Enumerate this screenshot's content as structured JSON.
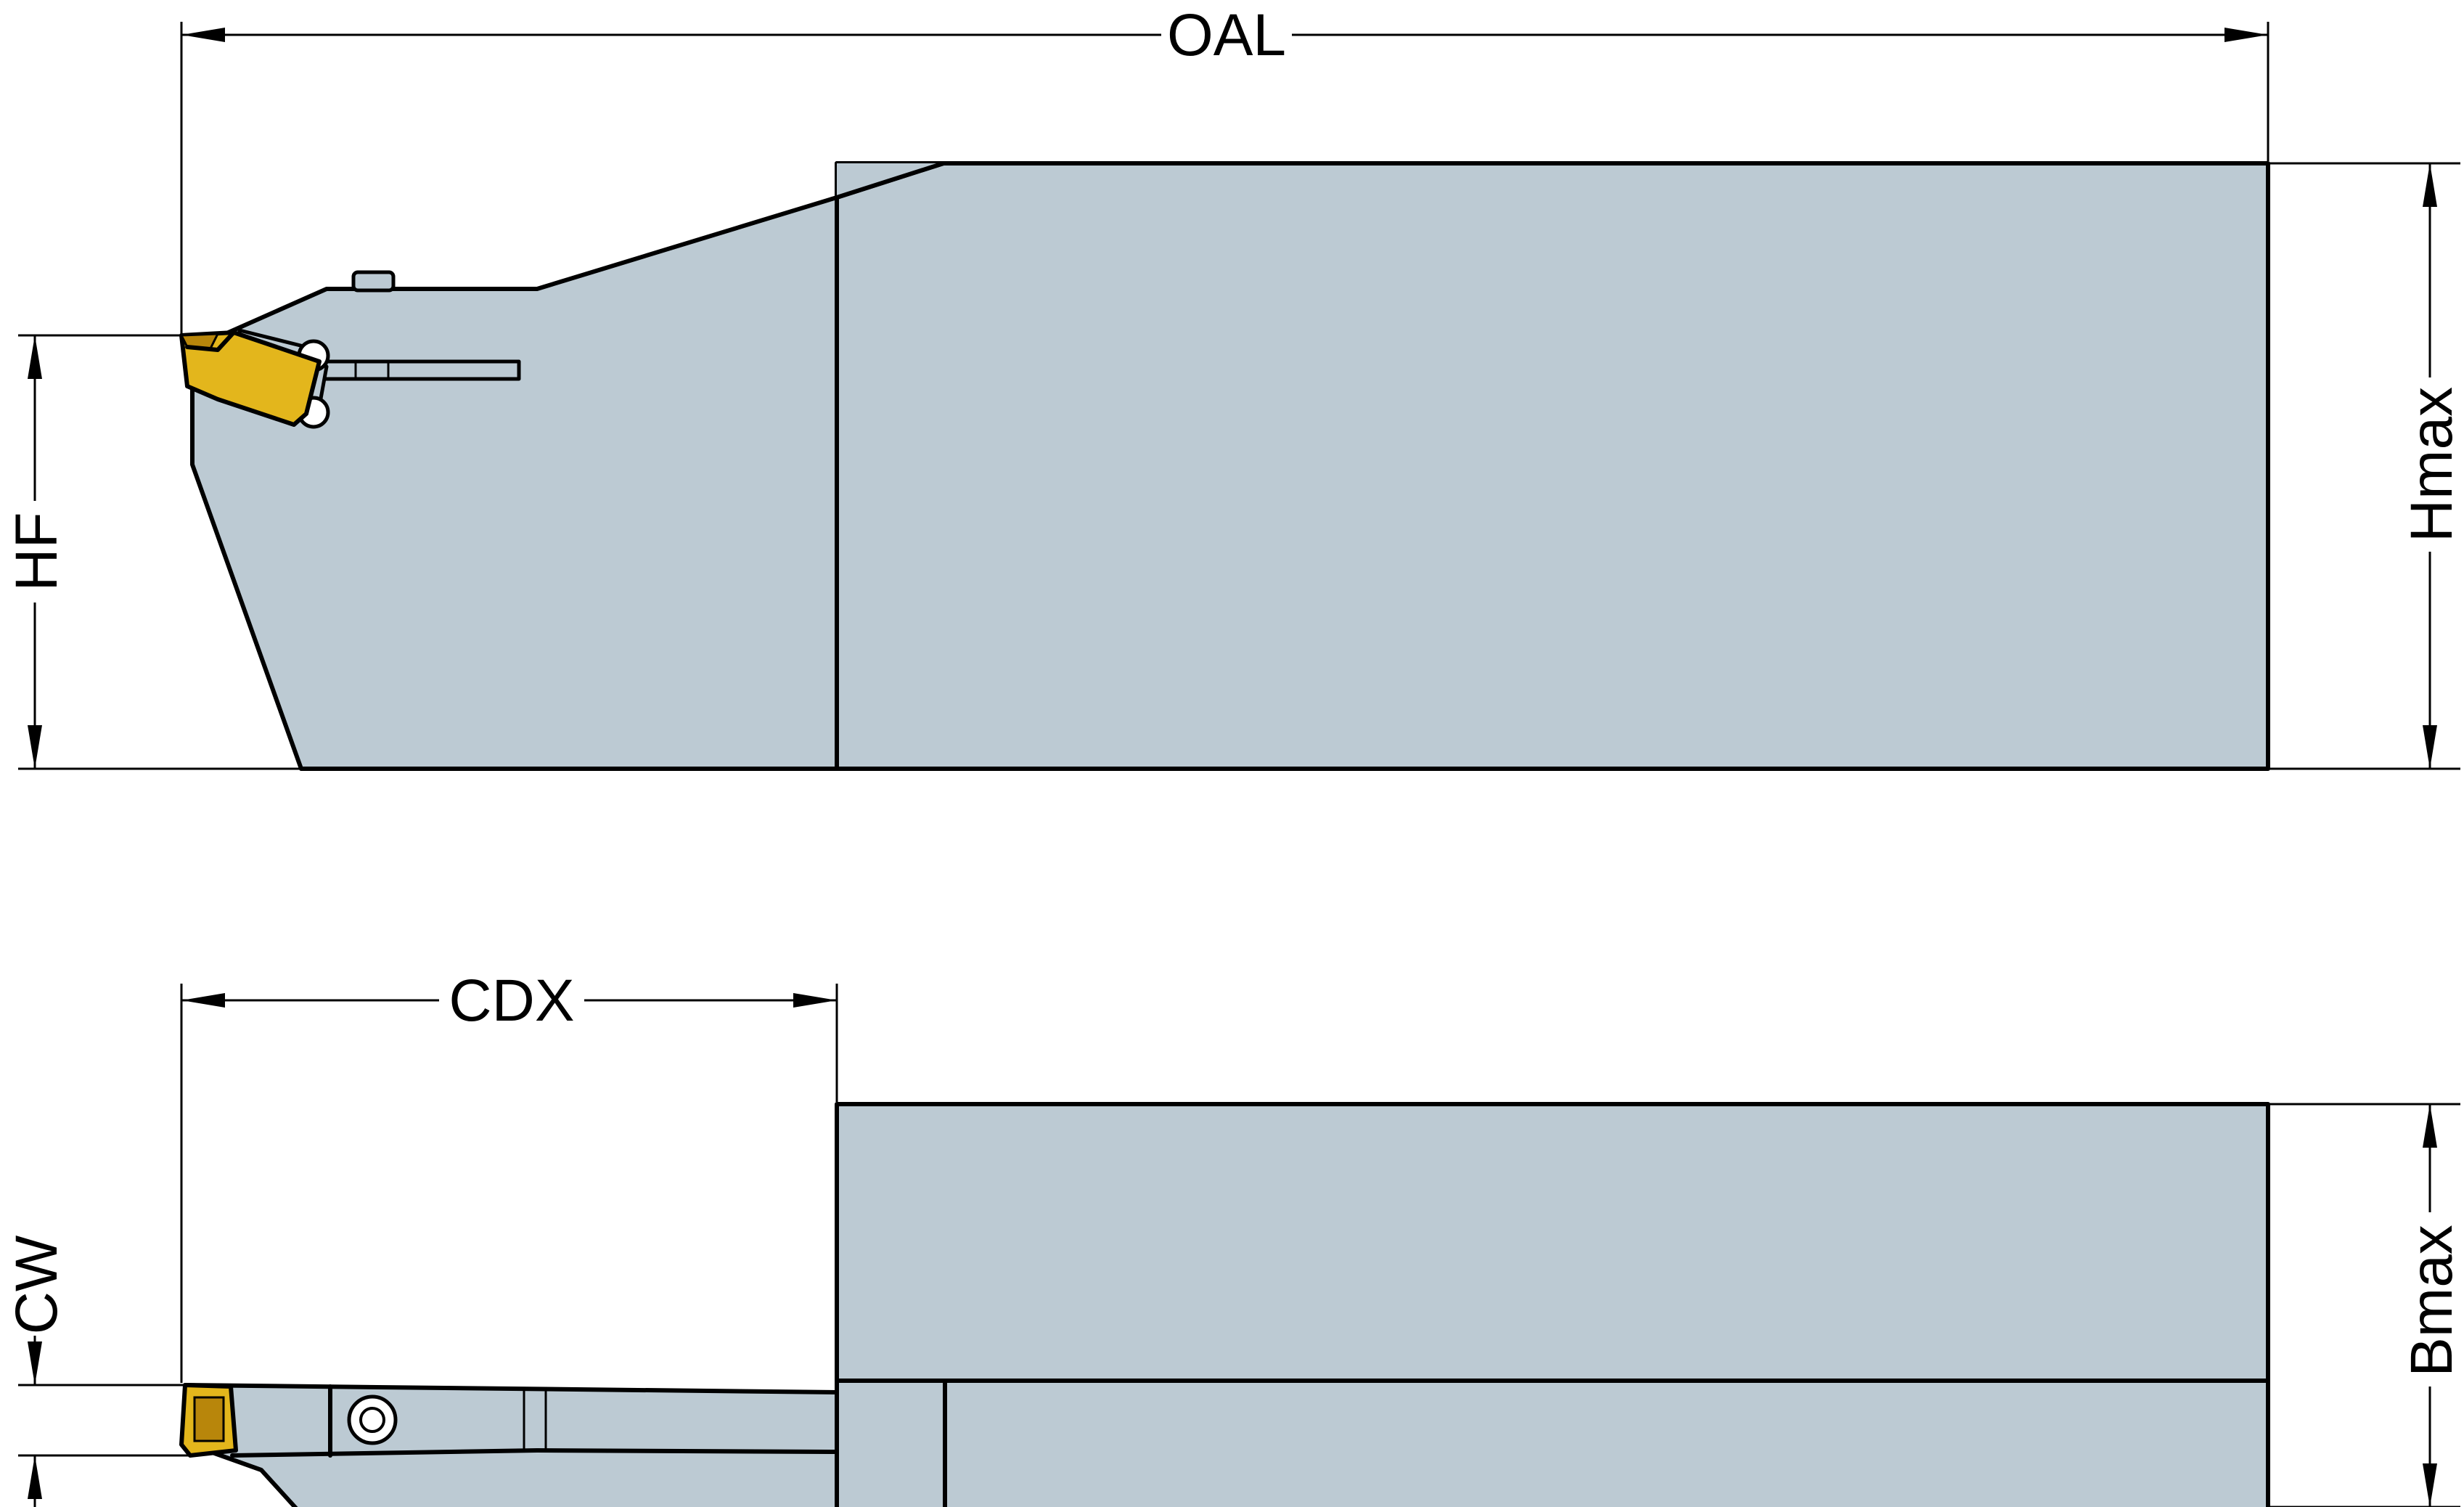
{
  "dimensions": {
    "oal": "OAL",
    "hmax": "Hmax",
    "hf": "HF",
    "cdx": "CDX",
    "cw": "CW",
    "bmax": "Bmax"
  },
  "colors": {
    "body": "#bccad3",
    "insert": "#e3b61c",
    "outline": "#000000"
  }
}
